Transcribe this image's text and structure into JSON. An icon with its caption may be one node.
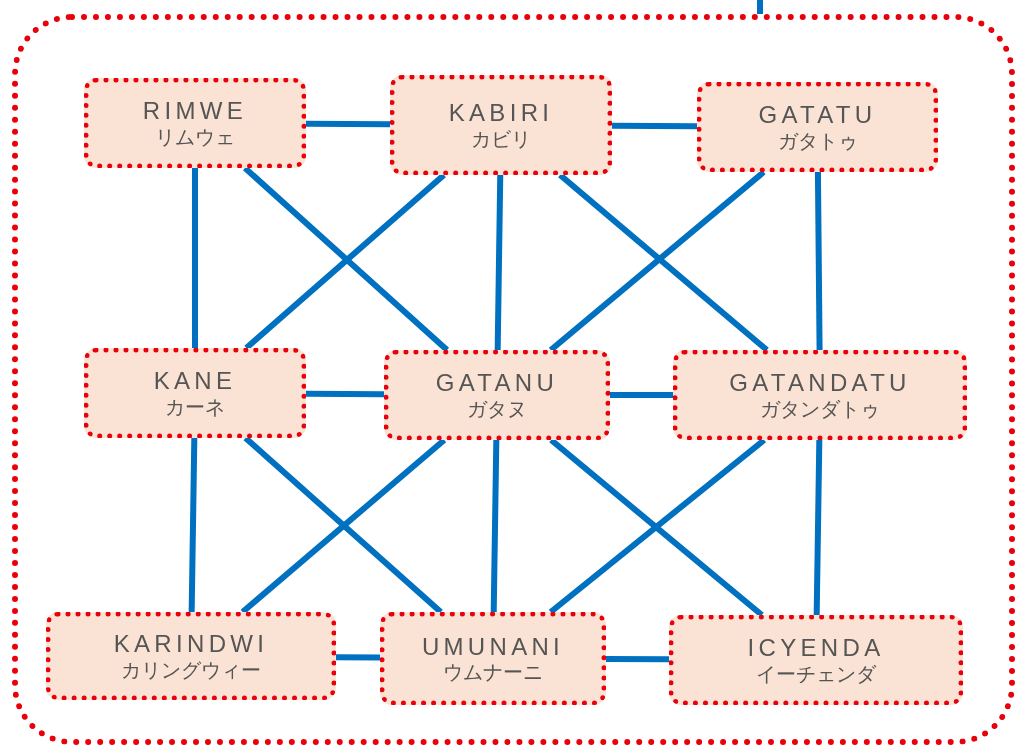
{
  "diagram": {
    "nodes": [
      {
        "text": [],
        "shape": "box"
      },
      {
        "text": [
          "RIMWE",
          "リムウェ"
        ],
        "in": 0
      },
      {
        "text": [
          "KABIRI",
          "カビリ"
        ],
        "in": 0
      },
      {
        "text": [
          "GATATU",
          "ガタトゥ"
        ],
        "in": 0
      },
      {
        "text": [
          "KANE",
          "カーネ"
        ],
        "in": 0
      },
      {
        "text": [
          "GATANU",
          "ガタヌ"
        ],
        "in": 0
      },
      {
        "text": [
          "GATANDATU",
          "ガタンダトゥ"
        ],
        "in": 0
      },
      {
        "text": [
          "KARINDWI",
          "カリングウィー"
        ],
        "in": 0
      },
      {
        "text": [
          "UMUNANI",
          "ウムナーニ"
        ],
        "in": 0
      },
      {
        "text": [
          "ICYENDA",
          "イーチェンダ"
        ],
        "in": 0
      }
    ],
    "edges": [
      {
        "from": 0,
        "to": null,
        "arrow": "none"
      },
      {
        "from": 1,
        "to": 2,
        "arrow": "none"
      },
      {
        "from": 2,
        "to": 3,
        "arrow": "none"
      },
      {
        "from": 4,
        "to": 5,
        "arrow": "none"
      },
      {
        "from": 5,
        "to": 6,
        "arrow": "none"
      },
      {
        "from": 7,
        "to": 8,
        "arrow": "none"
      },
      {
        "from": 8,
        "to": 9,
        "arrow": "none"
      },
      {
        "from": 1,
        "to": 4,
        "arrow": "none"
      },
      {
        "from": 2,
        "to": 5,
        "arrow": "none"
      },
      {
        "from": 3,
        "to": 6,
        "arrow": "none"
      },
      {
        "from": 4,
        "to": 7,
        "arrow": "none"
      },
      {
        "from": 5,
        "to": 8,
        "arrow": "none"
      },
      {
        "from": 6,
        "to": 9,
        "arrow": "none"
      },
      {
        "from": 1,
        "to": 5,
        "arrow": "none"
      },
      {
        "from": 2,
        "to": 4,
        "arrow": "none"
      },
      {
        "from": 2,
        "to": 6,
        "arrow": "none"
      },
      {
        "from": 3,
        "to": 5,
        "arrow": "none"
      },
      {
        "from": 4,
        "to": 8,
        "arrow": "none"
      },
      {
        "from": 5,
        "to": 7,
        "arrow": "none"
      },
      {
        "from": 5,
        "to": 9,
        "arrow": "none"
      },
      {
        "from": 6,
        "to": 8,
        "arrow": "none"
      }
    ]
  }
}
